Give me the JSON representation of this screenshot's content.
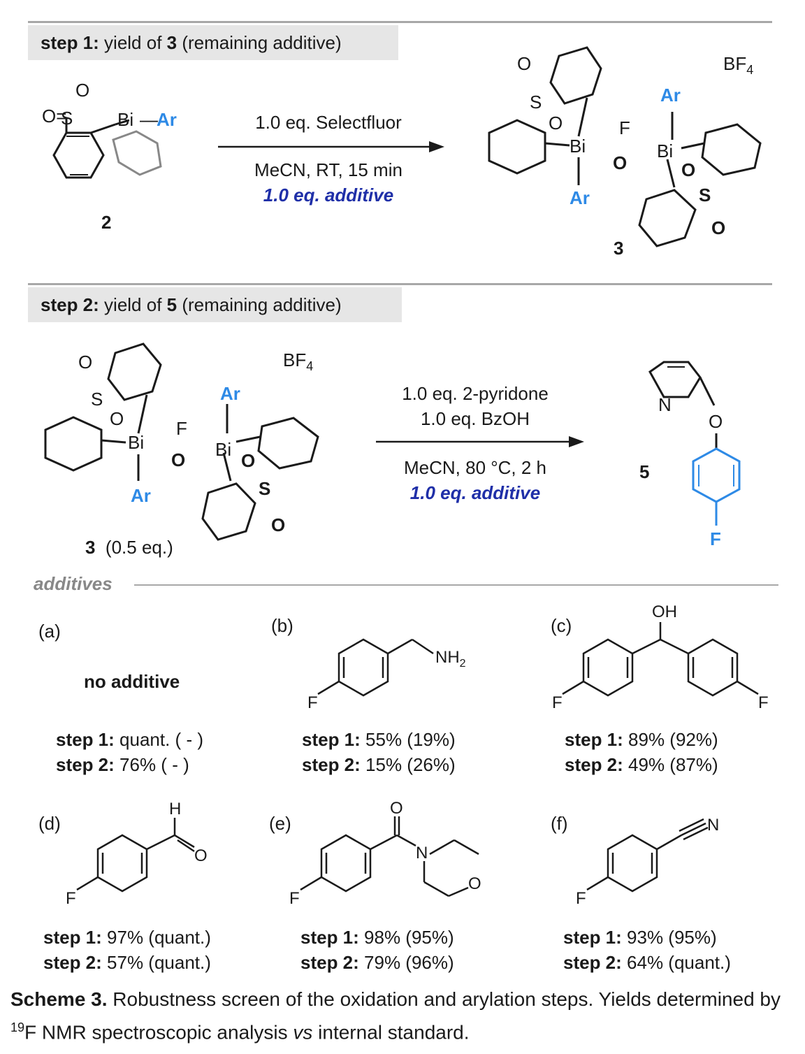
{
  "step1_header": {
    "label": "step 1:",
    "text": " yield of ",
    "compound": "3",
    "suffix": " (remaining additive)"
  },
  "step2_header": {
    "label": "step 2:",
    "text": " yield of ",
    "compound": "5",
    "suffix": " (remaining additive)"
  },
  "reaction1": {
    "reagent": "1.0 eq. Selectfluor",
    "conditions": "MeCN, RT,  15 min",
    "additive": "1.0 eq. additive",
    "start_label": "2",
    "product_label": "3",
    "counterion": "BF4"
  },
  "reaction2": {
    "reagent1": "1.0 eq. 2-pyridone",
    "reagent2": "1.0 eq. BzOH",
    "conditions": "MeCN, 80 °C, 2 h",
    "additive": "1.0 eq. additive",
    "start_label": "3",
    "start_equiv": "(0.5 eq.)",
    "product_label": "5",
    "counterion": "BF4"
  },
  "atoms": {
    "Bi": "Bi",
    "Ar": "Ar",
    "S": "S",
    "O": "O",
    "F": "F",
    "N": "N",
    "OH": "OH",
    "NH2": "NH2",
    "H": "H"
  },
  "additives_title": "additives",
  "panels": [
    {
      "letter": "(a)",
      "name": "no additive",
      "step1": "quant. ( - )",
      "step2": "76% ( - )"
    },
    {
      "letter": "(b)",
      "step1": "55% (19%)",
      "step2": "15% (26%)"
    },
    {
      "letter": "(c)",
      "step1": "89% (92%)",
      "step2": "49% (87%)"
    },
    {
      "letter": "(d)",
      "step1": "97% (quant.)",
      "step2": "57% (quant.)"
    },
    {
      "letter": "(e)",
      "step1": "98% (95%)",
      "step2": "79% (96%)"
    },
    {
      "letter": "(f)",
      "step1": "93% (95%)",
      "step2": "64% (quant.)"
    }
  ],
  "step1_label": "step 1:",
  "step2_label": "step 2:",
  "caption": {
    "label": "Scheme 3.",
    "text1": " Robustness screen of the oxidation and arylation steps. Yields determined by ",
    "sup": "19",
    "text2": "F NMR spectroscopic analysis ",
    "vs": "vs",
    "text3": " internal standard."
  },
  "colors": {
    "blue_atom": "#2e8ae6",
    "additive_text": "#1f2fa8",
    "header_bg": "#e6e6e6",
    "rule": "#a8a8a8"
  }
}
